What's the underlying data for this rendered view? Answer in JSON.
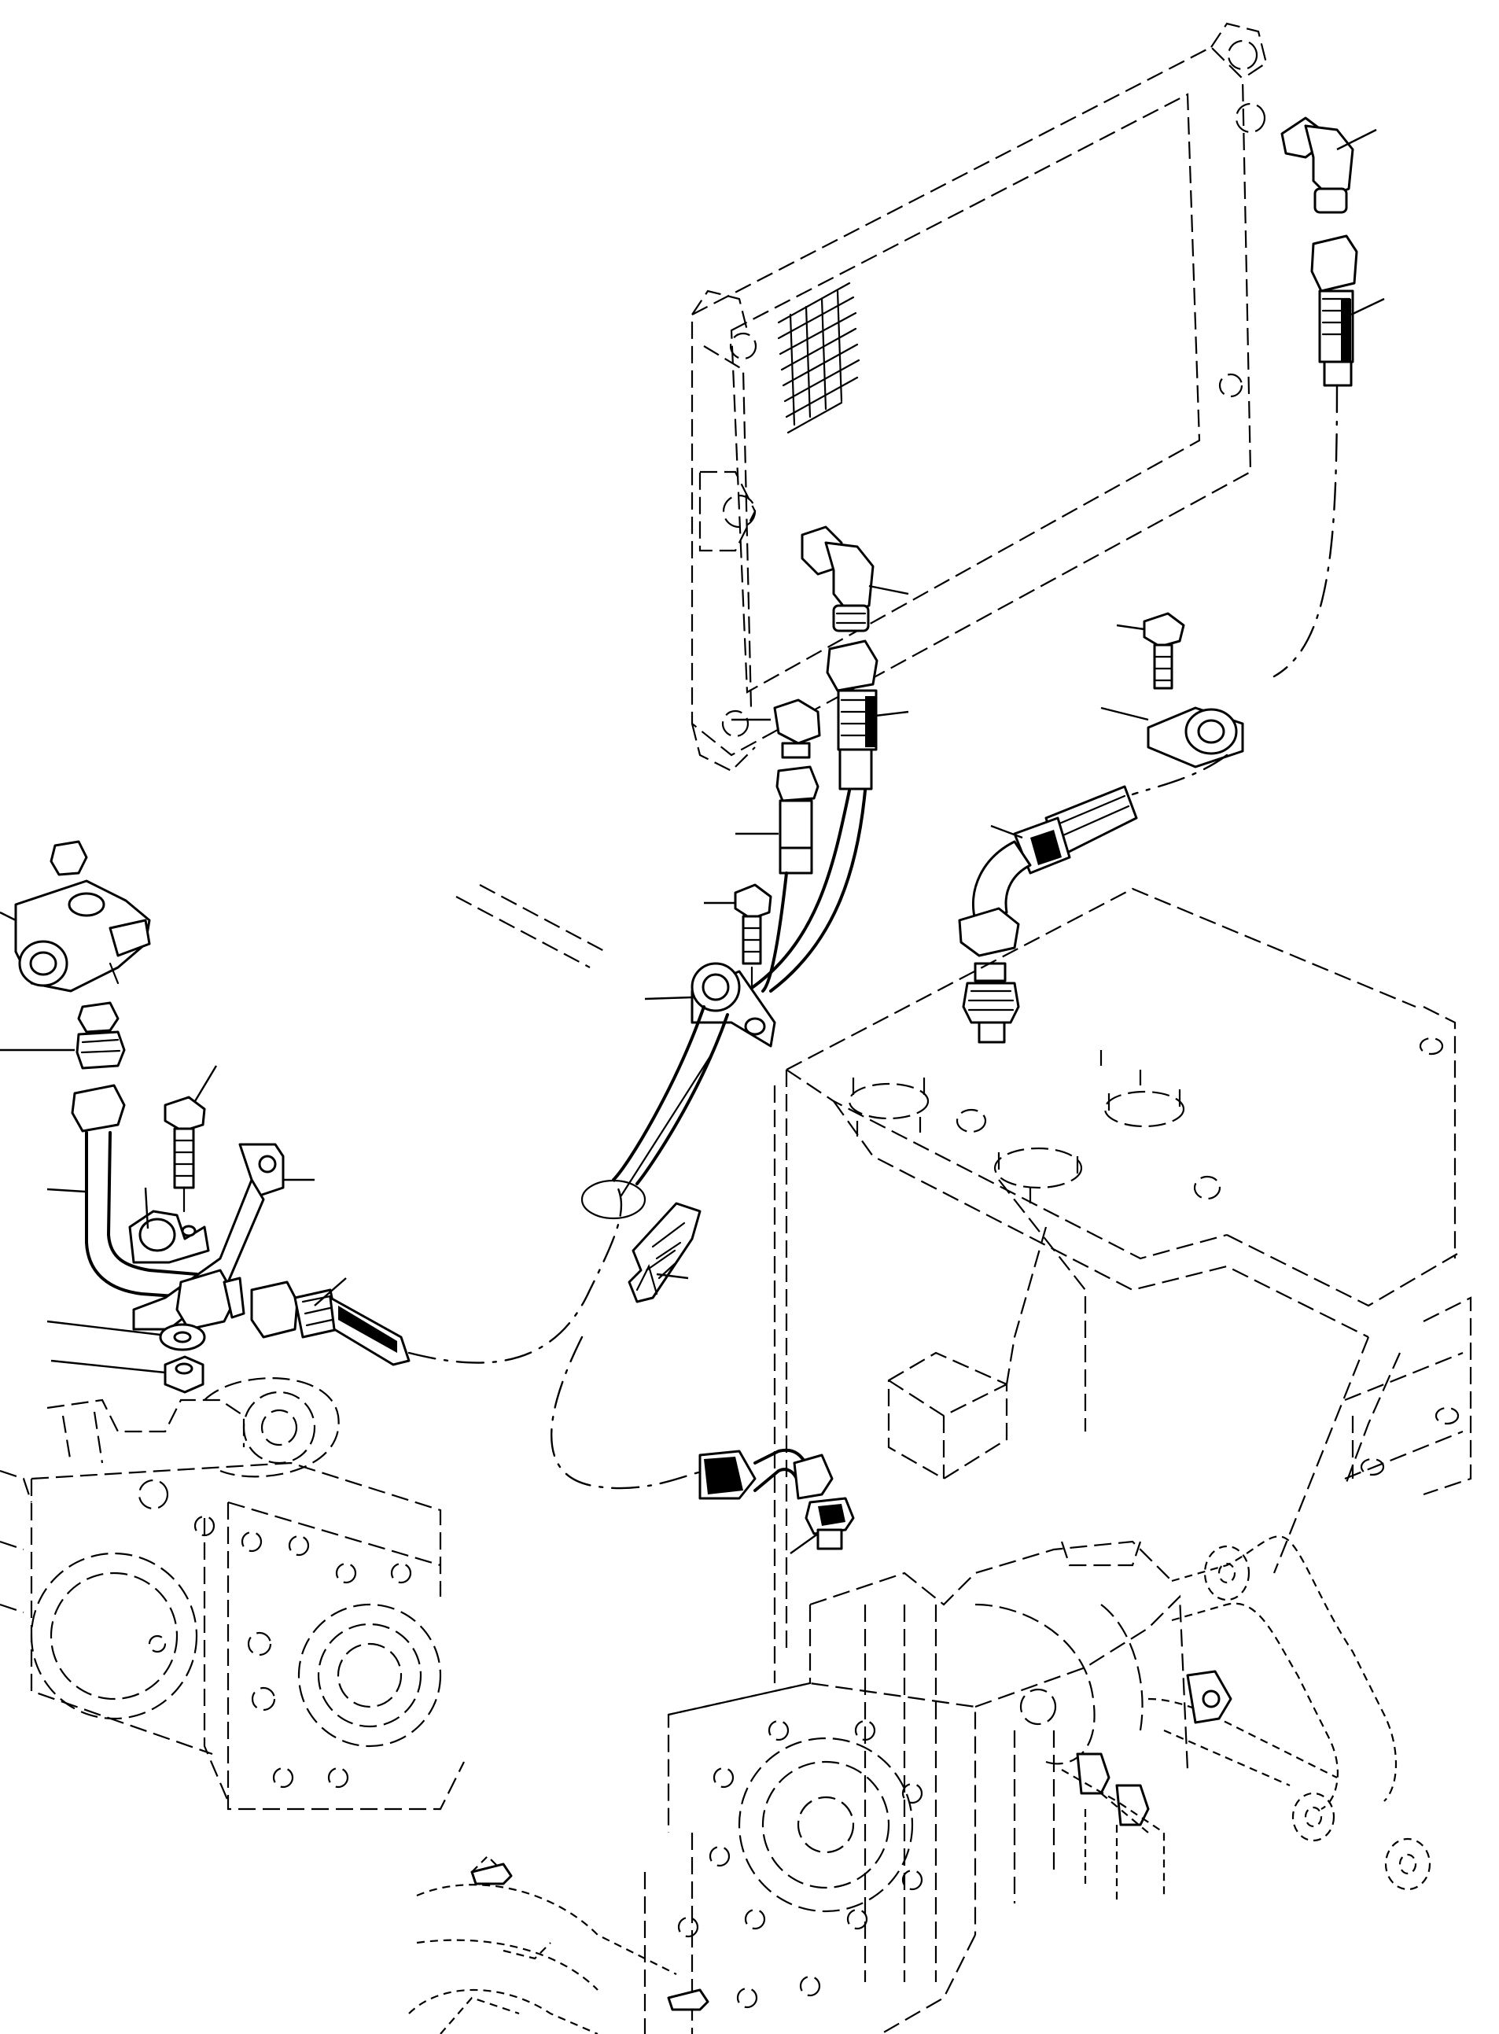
{
  "diagram": {
    "labels": [],
    "components": [
      {
        "id": "radiator-cooler",
        "icon": "cooler-core-icon"
      },
      {
        "id": "elbow-fitting-upper-right",
        "icon": "elbow-fitting-icon"
      },
      {
        "id": "hose-upper-right",
        "icon": "hose-icon"
      },
      {
        "id": "elbow-fitting-lower",
        "icon": "elbow-fitting-icon"
      },
      {
        "id": "hose-center",
        "icon": "hose-icon"
      },
      {
        "id": "nut-fitting",
        "icon": "nut-icon"
      },
      {
        "id": "pipe-short",
        "icon": "pipe-icon"
      },
      {
        "id": "bolt-center",
        "icon": "bolt-icon"
      },
      {
        "id": "clamp-center",
        "icon": "clamp-icon"
      },
      {
        "id": "bolt-right",
        "icon": "bolt-icon"
      },
      {
        "id": "clamp-right",
        "icon": "clamp-icon"
      },
      {
        "id": "hose-right-elbow",
        "icon": "hose-icon"
      },
      {
        "id": "connector-right",
        "icon": "connector-icon"
      },
      {
        "id": "tee-block",
        "icon": "tee-fitting-icon"
      },
      {
        "id": "adapter-left",
        "icon": "adapter-icon"
      },
      {
        "id": "tube-left",
        "icon": "tube-icon"
      },
      {
        "id": "bolt-left",
        "icon": "bolt-icon"
      },
      {
        "id": "bracket-left",
        "icon": "bracket-icon"
      },
      {
        "id": "clamp-left",
        "icon": "clamp-icon"
      },
      {
        "id": "hose-left",
        "icon": "hose-icon"
      },
      {
        "id": "washer",
        "icon": "washer-icon"
      },
      {
        "id": "nut",
        "icon": "nut-icon"
      },
      {
        "id": "protective-sleeve",
        "icon": "sleeve-icon"
      },
      {
        "id": "connector-lower",
        "icon": "connector-icon"
      },
      {
        "id": "pump-unit",
        "icon": "pump-icon"
      },
      {
        "id": "transmission-unit",
        "icon": "transmission-icon"
      },
      {
        "id": "frame",
        "icon": "frame-icon"
      }
    ],
    "colors": {
      "line": "#000000",
      "background": "#ffffff"
    }
  }
}
